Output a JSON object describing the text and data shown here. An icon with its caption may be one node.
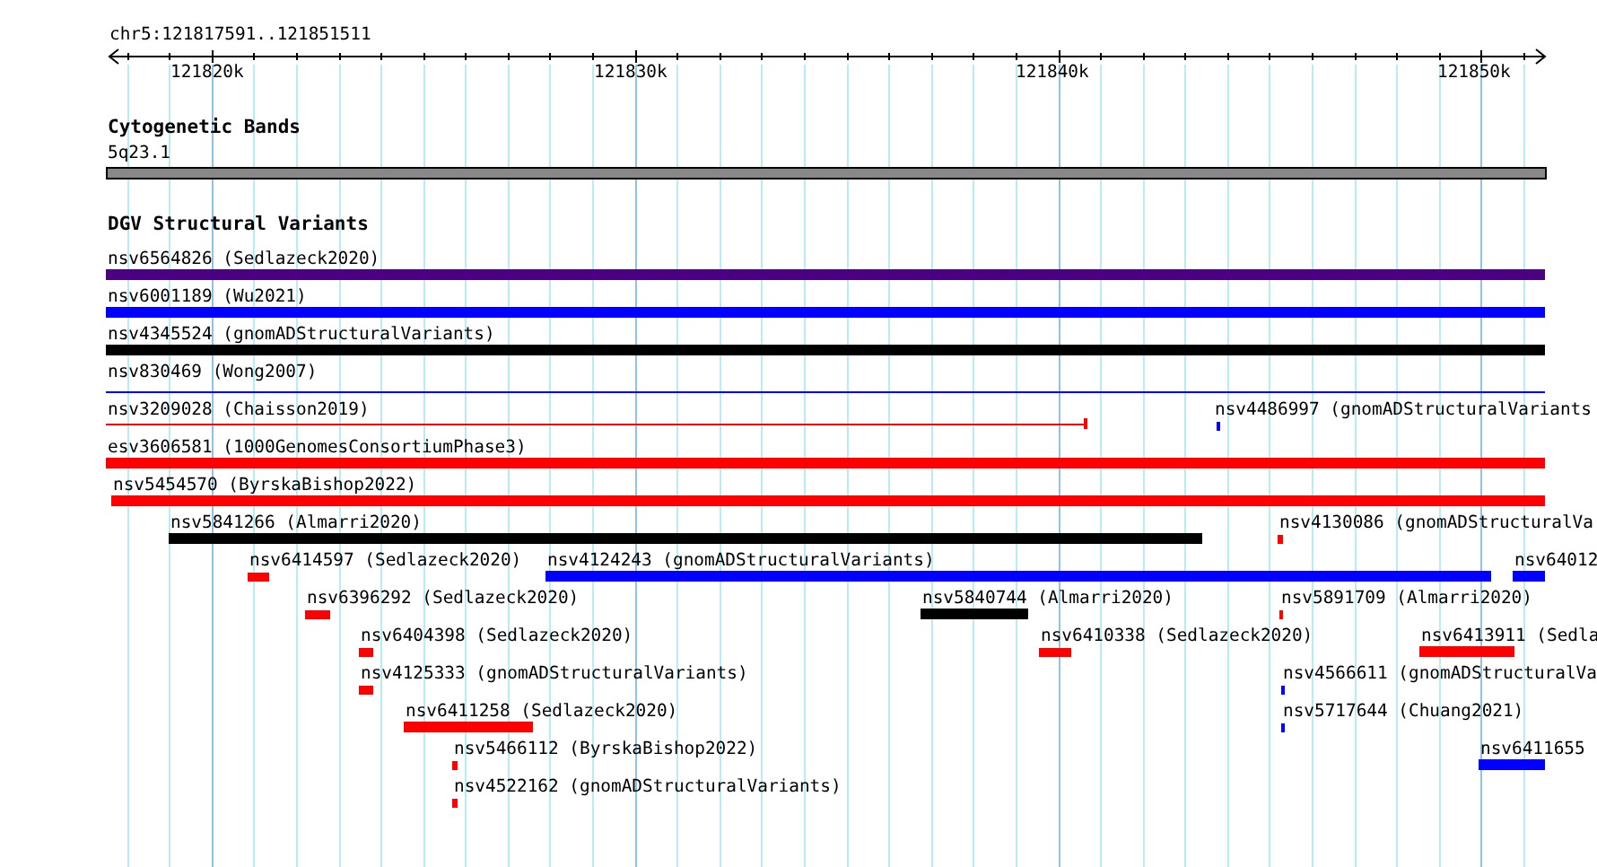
{
  "diagram": {
    "nodes": [
      {
        "text": [
          "Cytogenetic Bands"
        ]
      },
      {
        "text": [
          "5q23.1"
        ],
        "in": 0
      },
      {
        "text": [
          "DGV Structural Variants"
        ]
      },
      {
        "text": [
          "nsv6564826 (Sedlazeck2020)"
        ],
        "in": 2
      },
      {
        "text": [
          "nsv6001189 (Wu2021)"
        ],
        "in": 2
      },
      {
        "text": [
          "nsv4345524 (gnomADStructuralVariants)"
        ],
        "in": 2
      },
      {
        "text": [
          "nsv830469 (Wong2007)"
        ],
        "in": 2
      },
      {
        "text": [
          "nsv3209028 (Chaisson2019)"
        ],
        "in": 2
      },
      {
        "text": [
          "nsv4486997 (gnomADStructuralVariants"
        ],
        "in": 2
      },
      {
        "text": [
          "esv3606581 (1000GenomesConsortiumPhase3)"
        ],
        "in": 2
      },
      {
        "text": [
          "nsv5454570 (ByrskaBishop2022)"
        ],
        "in": 2
      },
      {
        "text": [
          "nsv5841266 (Almarri2020)"
        ],
        "in": 2
      },
      {
        "text": [
          "nsv4130086 (gnomADStructuralVa"
        ],
        "in": 2
      },
      {
        "text": [
          "nsv6414597 (Sedlazeck2020)"
        ],
        "in": 2
      },
      {
        "text": [
          "nsv4124243 (gnomADStructuralVariants)"
        ],
        "in": 2
      },
      {
        "text": [
          "nsv64012"
        ],
        "in": 2
      },
      {
        "text": [
          "nsv6396292 (Sedlazeck2020)"
        ],
        "in": 2
      },
      {
        "text": [
          "nsv5840744 (Almarri2020)"
        ],
        "in": 2
      },
      {
        "text": [
          "nsv5891709 (Almarri2020)"
        ],
        "in": 2
      },
      {
        "text": [
          "nsv6404398 (Sedlazeck2020)"
        ],
        "in": 2
      },
      {
        "text": [
          "nsv6410338 (Sedlazeck2020)"
        ],
        "in": 2
      },
      {
        "text": [
          "nsv6413911 (Sedla"
        ],
        "in": 2
      },
      {
        "text": [
          "nsv4125333 (gnomADStructuralVariants)"
        ],
        "in": 2
      },
      {
        "text": [
          "nsv4566611 (gnomADStructuralVa"
        ],
        "in": 2
      },
      {
        "text": [
          "nsv6411258 (Sedlazeck2020)"
        ],
        "in": 2
      },
      {
        "text": [
          "nsv5717644 (Chuang2021)"
        ],
        "in": 2
      },
      {
        "text": [
          "nsv5466112 (ByrskaBishop2022)"
        ],
        "in": 2
      },
      {
        "text": [
          "nsv6411655"
        ],
        "in": 2
      },
      {
        "text": [
          "nsv4522162 (gnomADStructuralVariants)"
        ],
        "in": 2
      }
    ],
    "edges": [],
    "labels": [
      "chr5:121817591..121851511",
      "121820k",
      "121830k",
      "121840k",
      "121850k"
    ]
  }
}
